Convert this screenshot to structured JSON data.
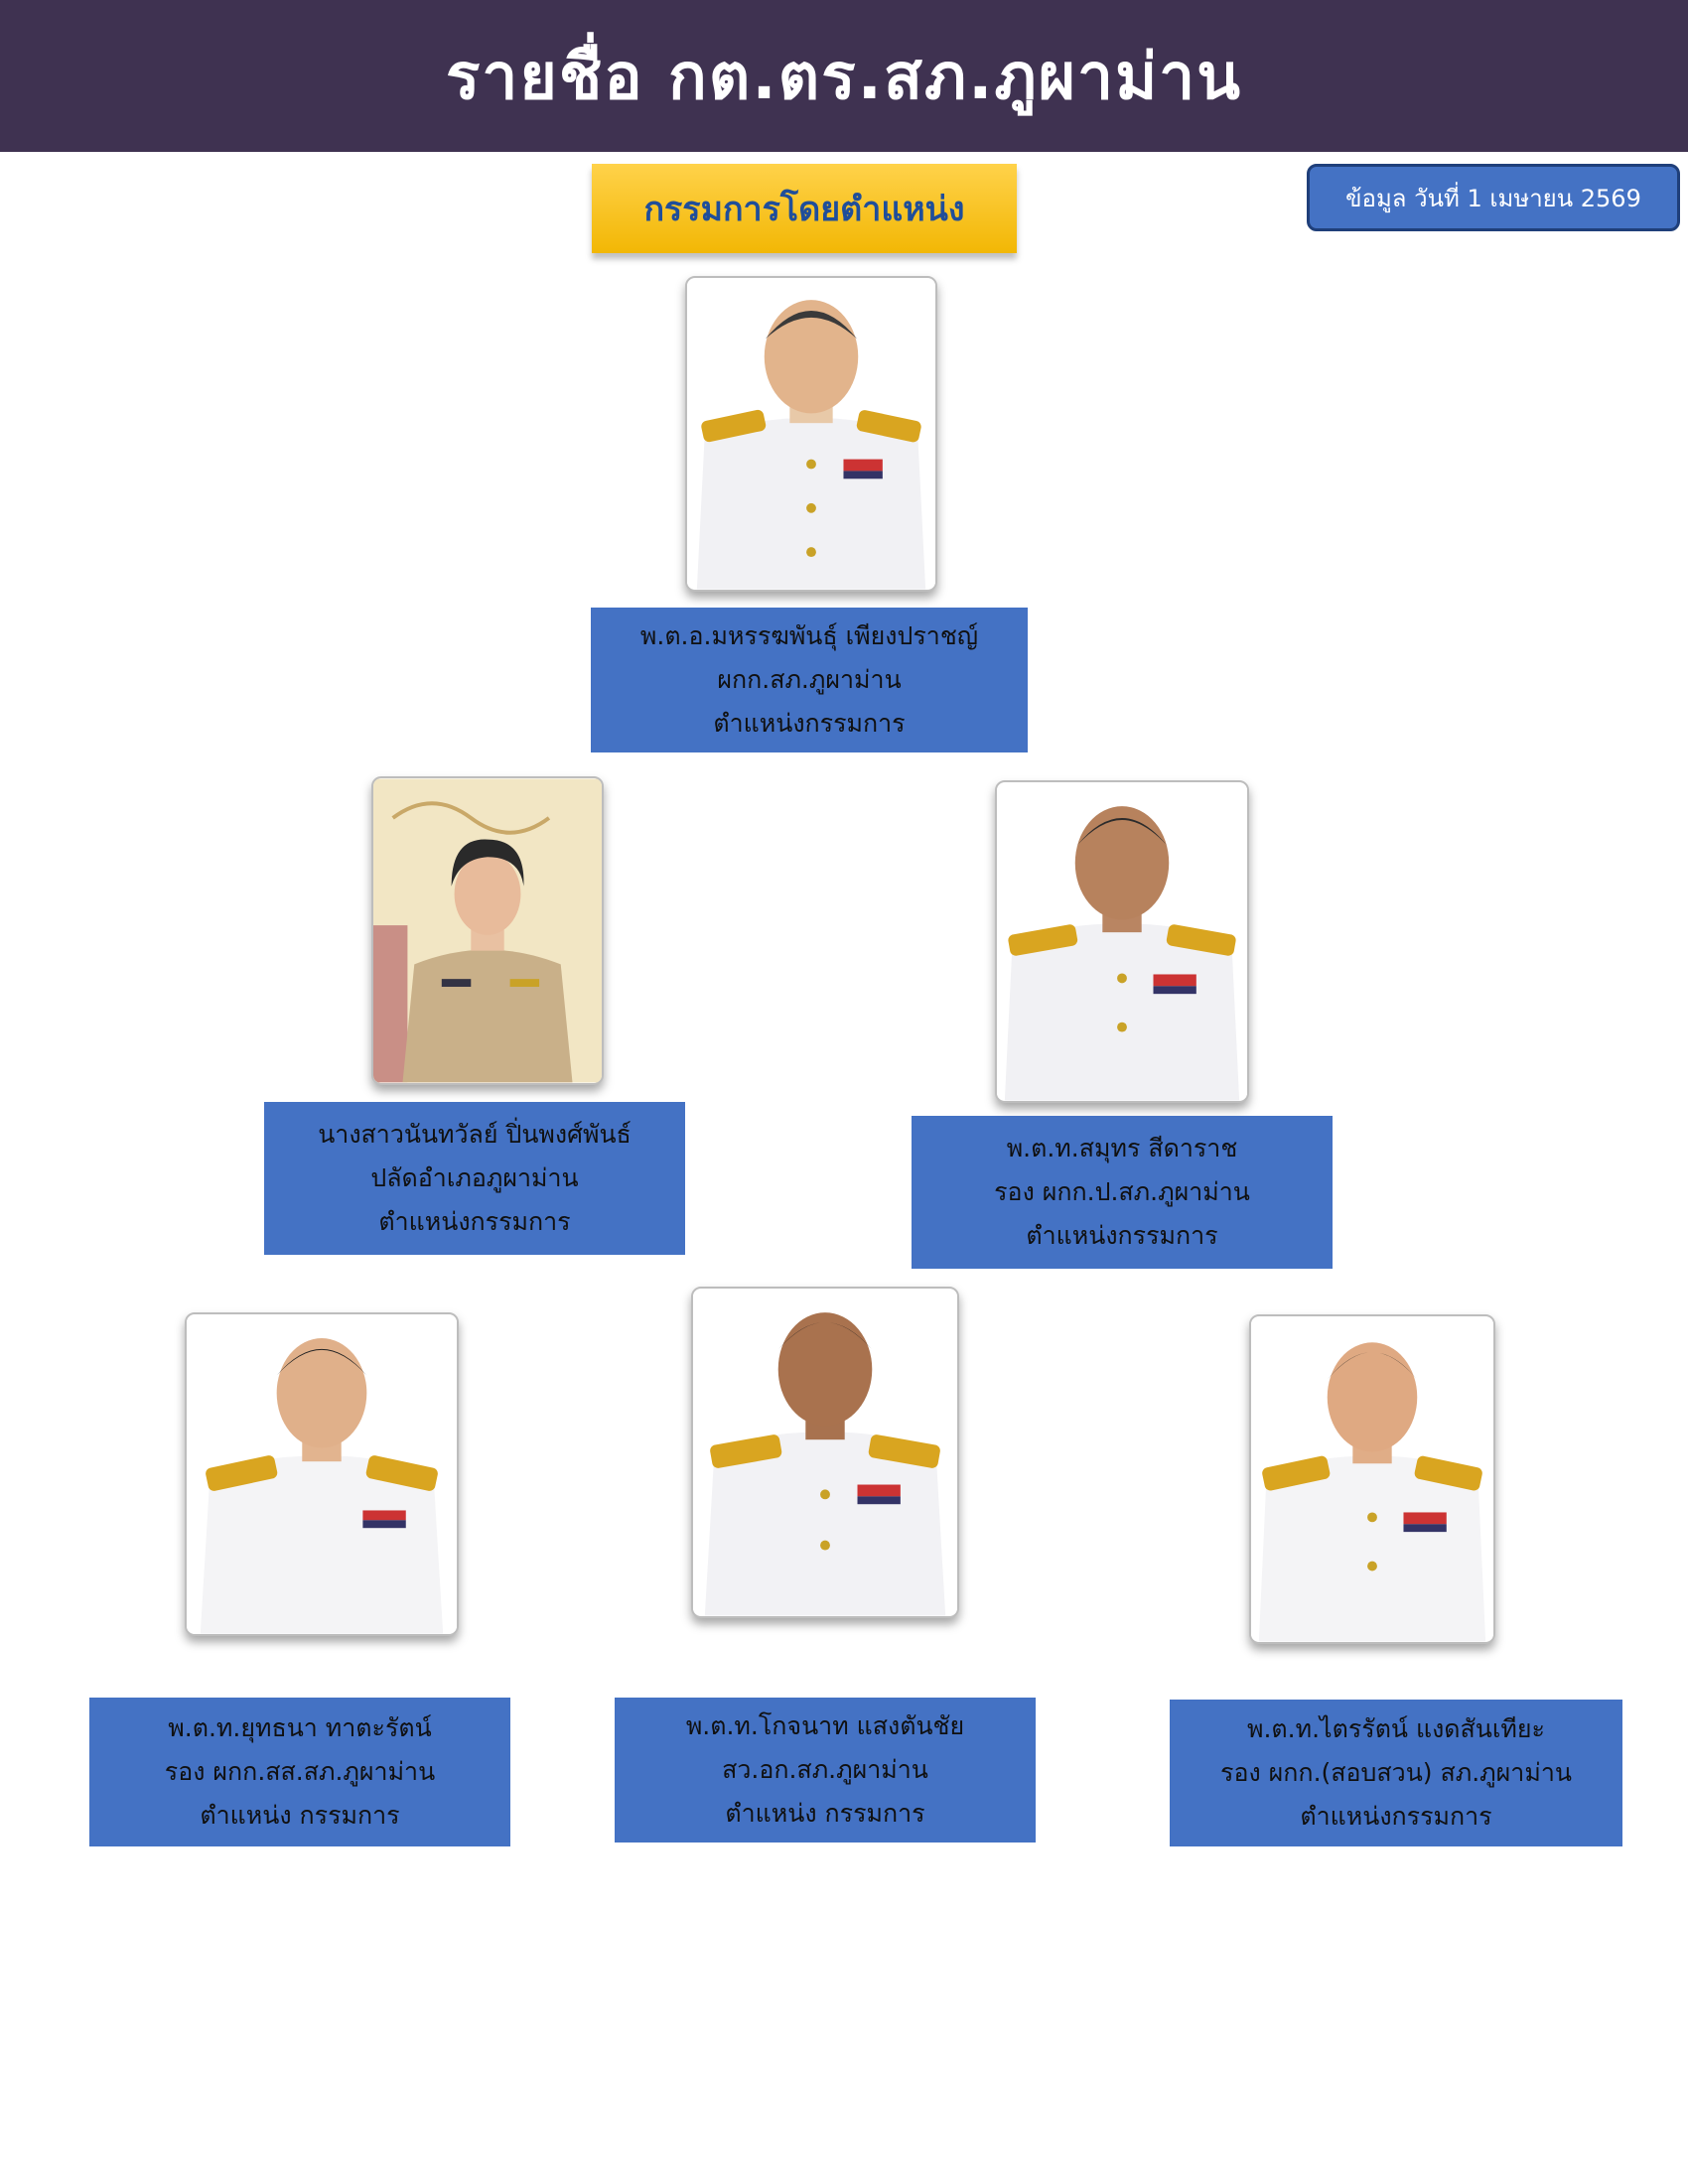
{
  "header": {
    "title": "รายชื่อ กต.ตร.สภ.ภูผาม่าน"
  },
  "section": {
    "label": "กรรมการโดยตำแหน่ง"
  },
  "date_badge": {
    "text": "ข้อมูล วันที่ 1 เมษายน 2569"
  },
  "colors": {
    "header_bg": "#3f3251",
    "section_bg": "#f2b705",
    "section_text": "#1f4e9a",
    "name_box_bg": "#4472c4"
  },
  "members": [
    {
      "name": "พ.ต.อ.มหรรฆพันธุ์  เพียงปราชญ์",
      "position": "ผกก.สภ.ภูผาม่าน",
      "role": "ตำแหน่งกรรมการ"
    },
    {
      "name": "นางสาวนันทวัลย์  ปิ่นพงศ์พันธ์",
      "position": "ปลัดอำเภอภูผาม่าน",
      "role": "ตำแหน่งกรรมการ"
    },
    {
      "name": "พ.ต.ท.สมุทร  สีดาราช",
      "position": "รอง ผกก.ป.สภ.ภูผาม่าน",
      "role": "ตำแหน่งกรรมการ"
    },
    {
      "name": "พ.ต.ท.ยุทธนา  ทาตะรัตน์",
      "position": "รอง ผกก.สส.สภ.ภูผาม่าน",
      "role": "ตำแหน่ง กรรมการ"
    },
    {
      "name": "พ.ต.ท.โกจนาท  แสงตันชัย",
      "position": "สว.อก.สภ.ภูผาม่าน",
      "role": "ตำแหน่ง กรรมการ"
    },
    {
      "name": "พ.ต.ท.ไตรรัตน์  แงดสันเทียะ",
      "position": "รอง ผกก.(สอบสวน) สภ.ภูผาม่าน",
      "role": "ตำแหน่งกรรมการ"
    }
  ]
}
